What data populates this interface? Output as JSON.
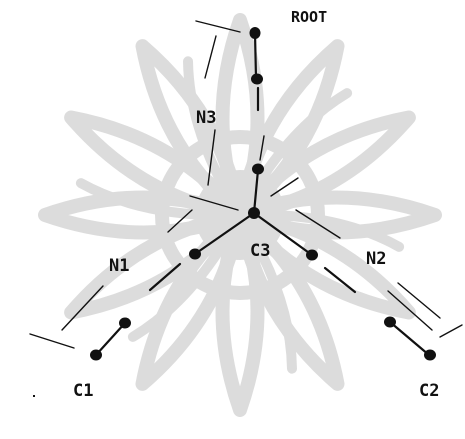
{
  "diagram": {
    "labels": {
      "root": "ROOT",
      "n3": "N3",
      "n1": "N1",
      "c3": "C3",
      "n2": "N2",
      "c1": "C1",
      "c2": "C2"
    },
    "colors": {
      "ink": "#111111",
      "watermark": "#d9d9d9"
    }
  }
}
